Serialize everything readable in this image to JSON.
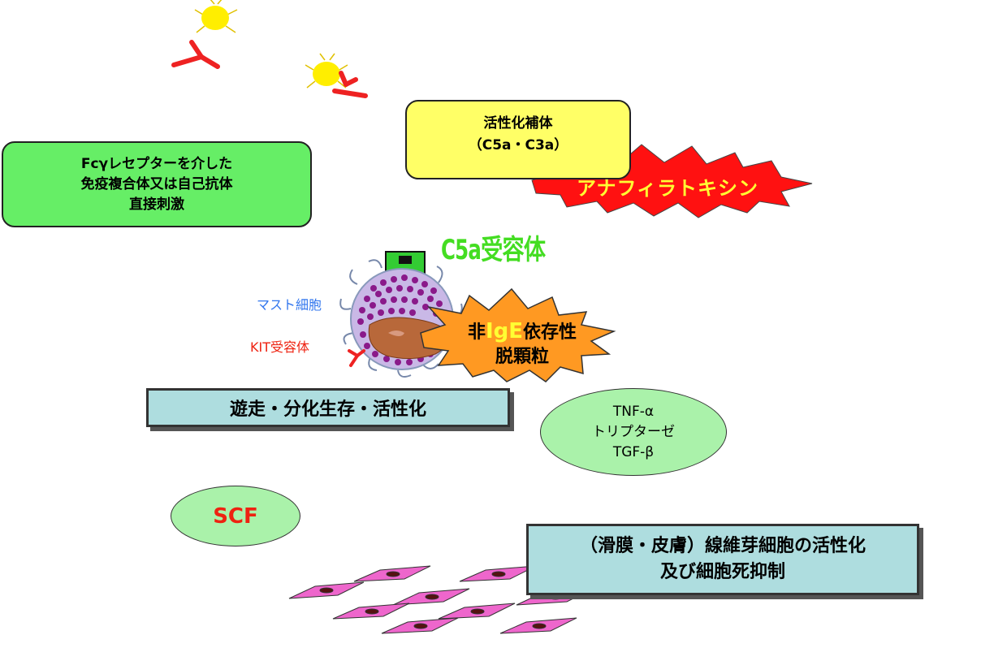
{
  "fc_box": {
    "lines": [
      "Fcγレセプターを介した",
      "免疫複合体又は自己抗体",
      "直接刺激"
    ]
  },
  "complement_box": {
    "lines": [
      "活性化補体",
      "（C5a・C3a）"
    ]
  },
  "anaphylatoxin_label": "アナフィラトキシン",
  "c5a_receptor_label": "C5a受容体",
  "mast_cell_label": "マスト細胞",
  "kit_receptor_label": "KIT受容体",
  "degranulation": {
    "prefix": "非",
    "ige": "IgE",
    "suffix": "依存性",
    "line2": "脱顆粒"
  },
  "migration_box": "遊走・分化生存・活性化",
  "mediators": [
    "TNF-α",
    "トリプターゼ",
    "TGF-β"
  ],
  "scf_label": "SCF",
  "fibroblast_box": {
    "lines": [
      "（滑膜・皮膚）線維芽細胞の活性化",
      "及び細胞死抑制"
    ]
  },
  "colors": {
    "green_box": "#66ee66",
    "yellow_box": "#ffff66",
    "burst_red": "#ff1111",
    "burst_orange": "#ff9922",
    "blue_box": "#aedddf",
    "light_green": "#aaf2aa",
    "fibroblast": "#ee66cc"
  }
}
